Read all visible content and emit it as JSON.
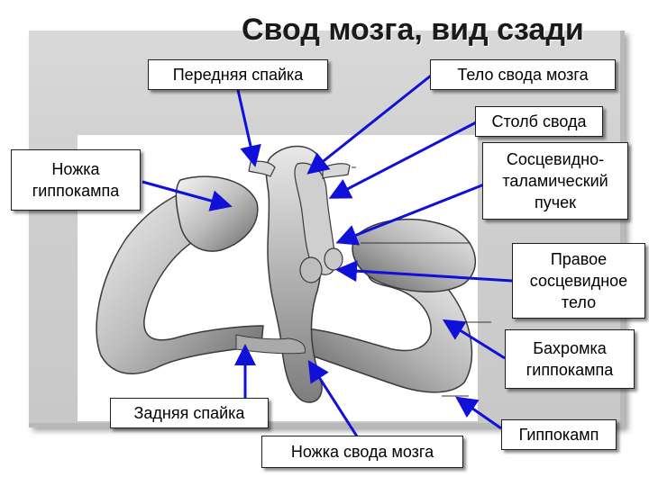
{
  "title": "Свод мозга, вид сзади",
  "labels": {
    "anterior_commissure": "Передняя спайка",
    "fornix_body": "Тело свода мозга",
    "fornix_column": "Столб свода",
    "mammillothalamic_tract": "Сосцевидно-\nталамический\nпучек",
    "hippocampus_crus": "Ножка\nгиппокампа",
    "right_mammillary_body": "Правое\nсосцевидное\nтело",
    "fimbria": "Бахромка\nгиппокампа",
    "posterior_commissure": "Задняя спайка",
    "fornix_crus": "Ножка свода мозга",
    "hippocampus": "Гиппокамп"
  },
  "colors": {
    "arrow": "#1010d8",
    "box_border": "#1f1f1f",
    "background": "#d0d0d0"
  }
}
